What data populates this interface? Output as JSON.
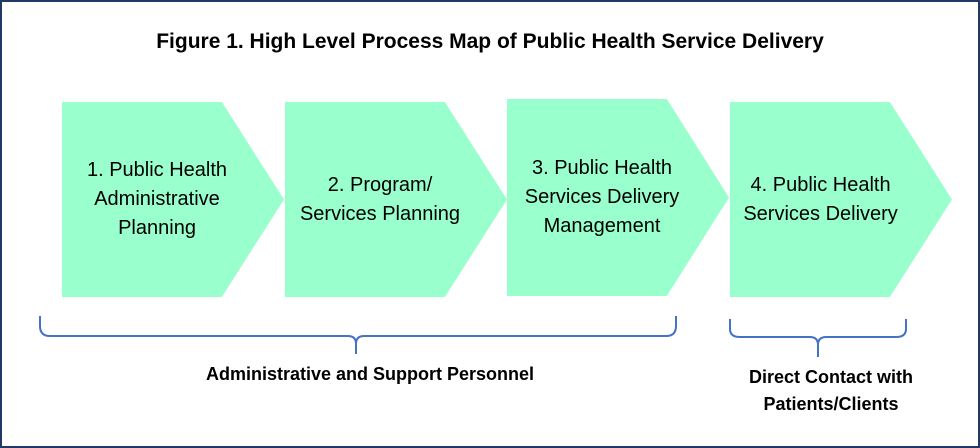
{
  "figure_title": "Figure 1. High Level Process Map of Public Health Service Delivery",
  "steps": [
    {
      "label": "1. Public Health Administrative Planning"
    },
    {
      "label": "2. Program/ Services Planning"
    },
    {
      "label": "3. Public Health Services Delivery Management"
    },
    {
      "label": "4. Public Health Services Delivery"
    }
  ],
  "groups": [
    {
      "label": "Administrative and Support Personnel"
    },
    {
      "label": "Direct Contact with Patients/Clients"
    }
  ],
  "colors": {
    "chevron_fill": "#99ffcc",
    "brace_stroke": "#4472c4",
    "frame_border": "#1f3864"
  }
}
